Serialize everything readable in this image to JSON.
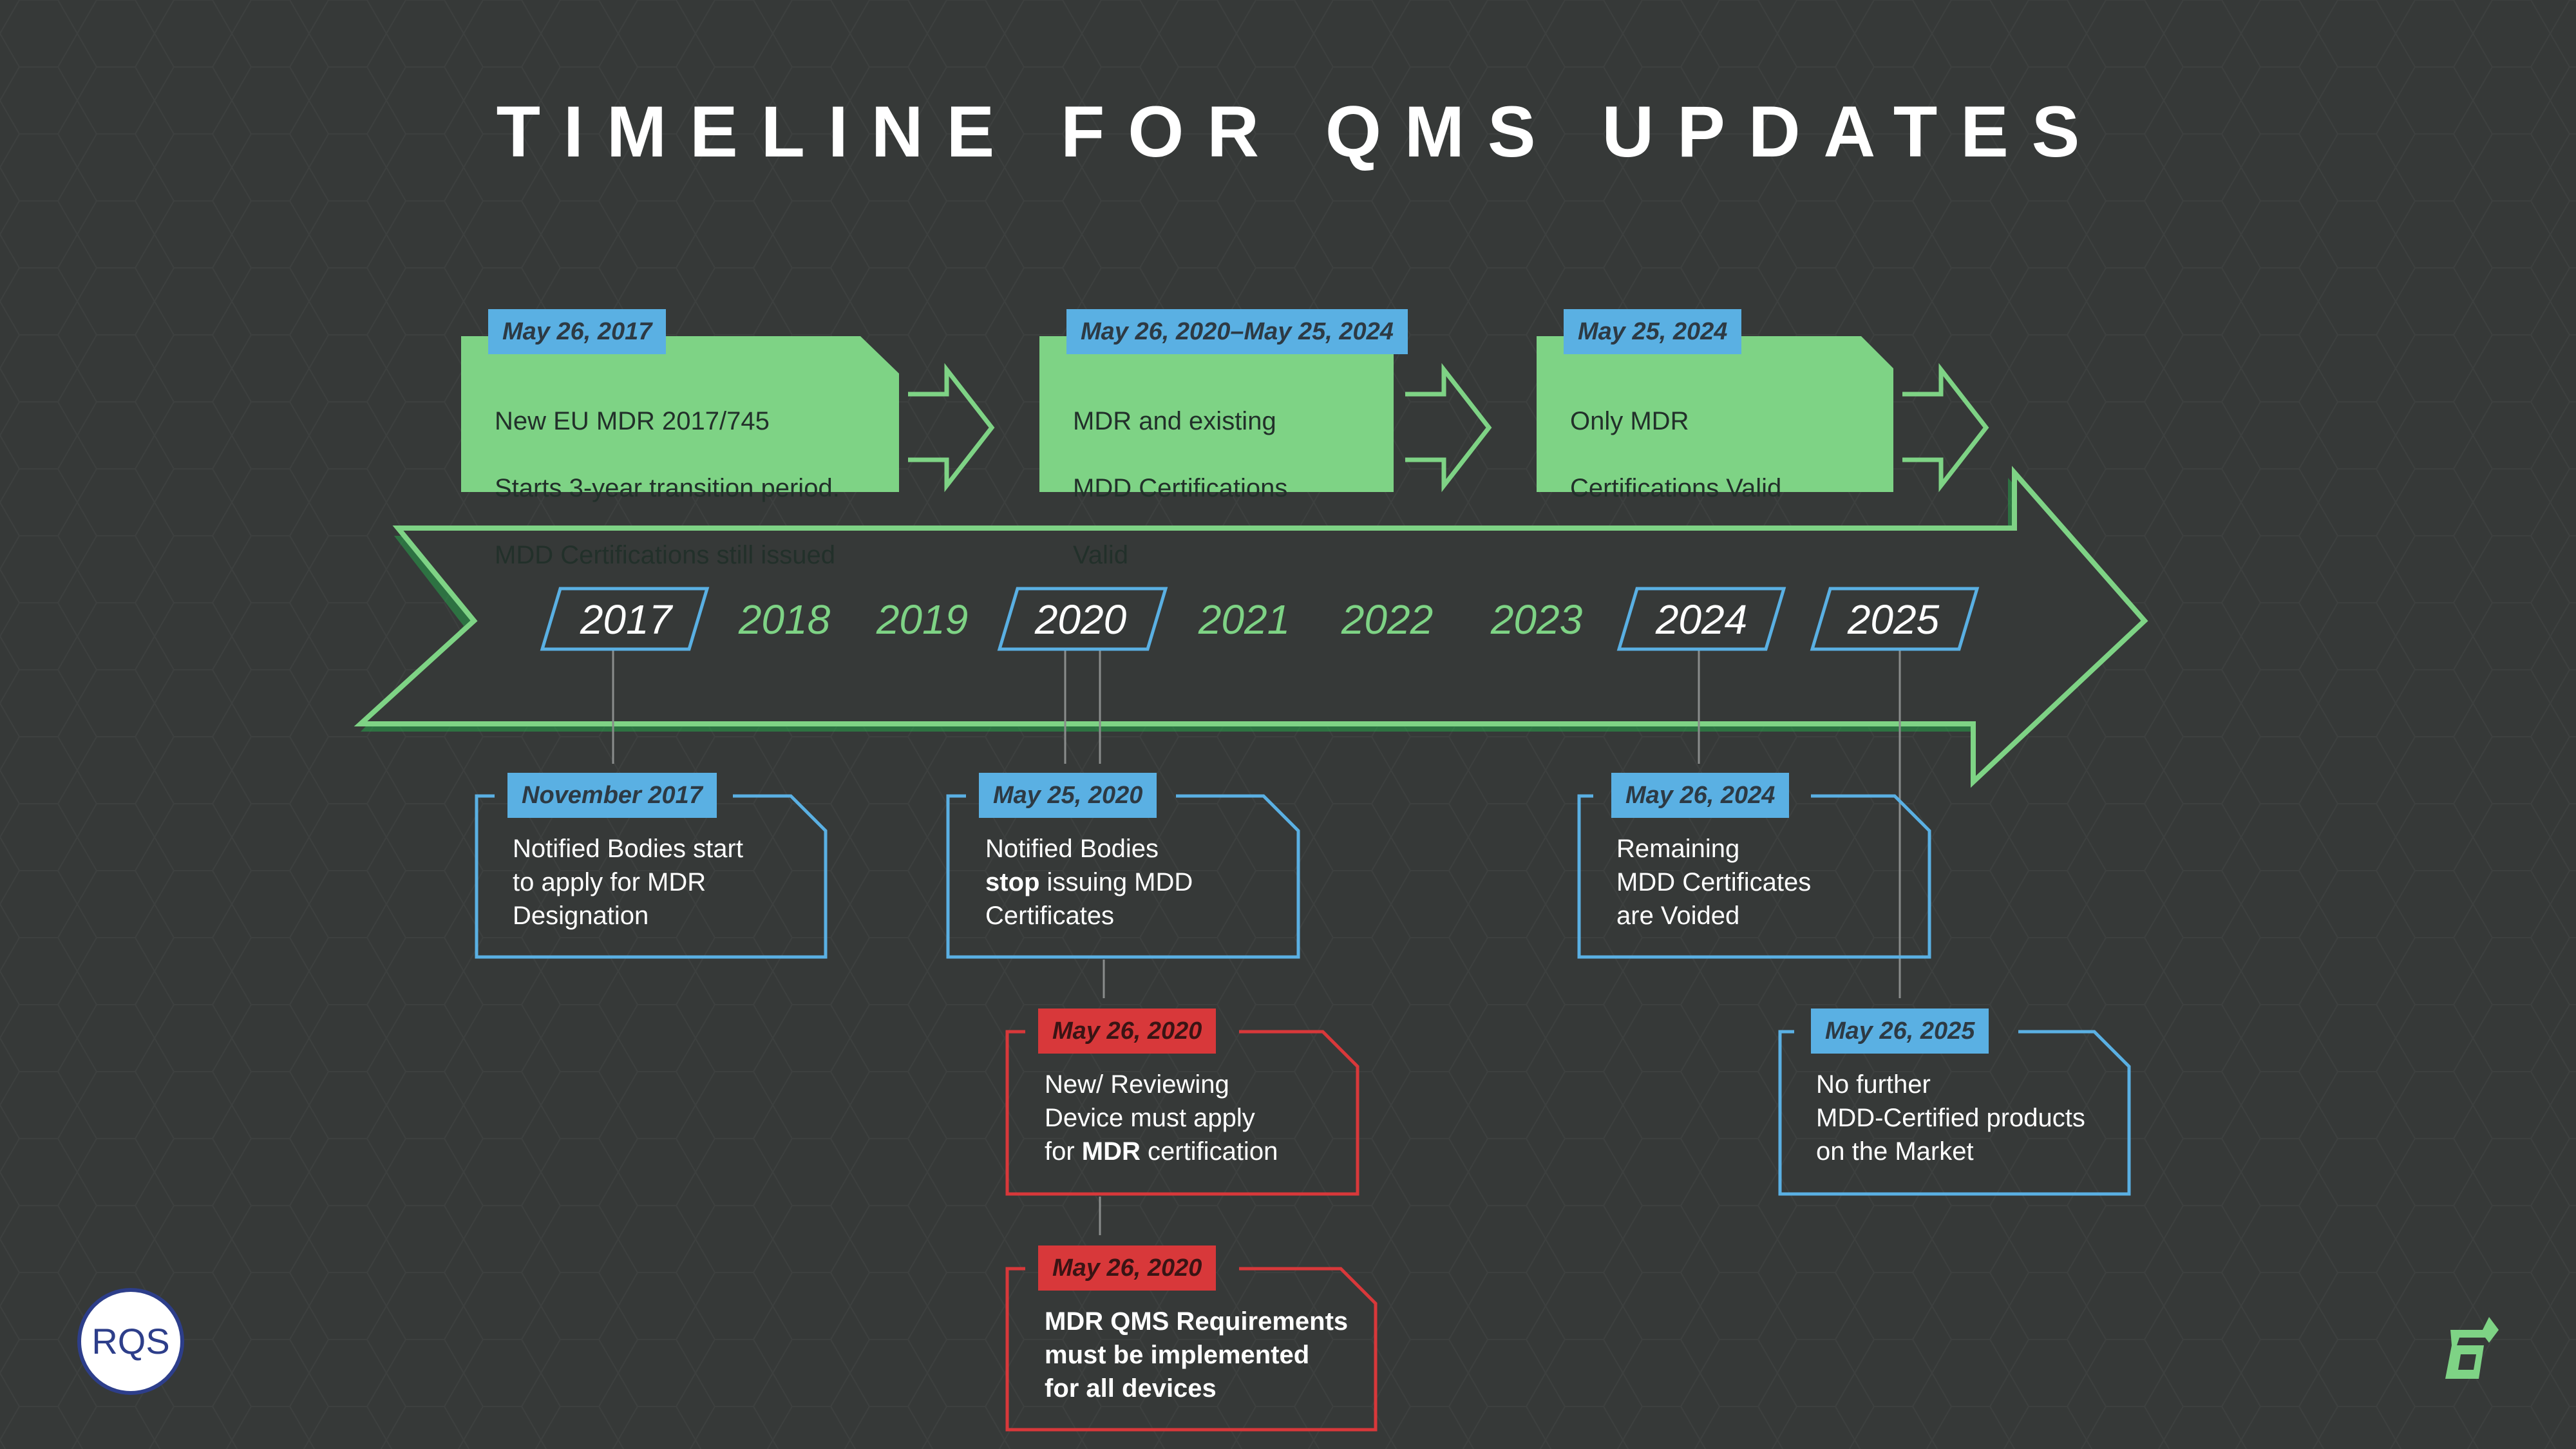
{
  "title": "TIMELINE FOR QMS UPDATES",
  "colors": {
    "background": "#363938",
    "green": "#7ed385",
    "blue": "#5ab0e3",
    "red": "#d8383a"
  },
  "years": [
    "2017",
    "2018",
    "2019",
    "2020",
    "2021",
    "2022",
    "2023",
    "2024",
    "2025"
  ],
  "boxed_years": [
    "2017",
    "2020",
    "2024",
    "2025"
  ],
  "top_events": [
    {
      "date": "May 26, 2017",
      "lines": [
        "New EU MDR 2017/745",
        "Starts 3-year transition period.",
        "MDD Certifications still issued"
      ]
    },
    {
      "date": "May 26, 2020–May 25, 2024",
      "lines": [
        "MDR and existing",
        "MDD Certifications",
        "Valid"
      ]
    },
    {
      "date": "May 25, 2024",
      "lines": [
        "Only MDR",
        "Certifications Valid"
      ]
    }
  ],
  "bottom_events": [
    {
      "date": "November 2017",
      "color": "blue",
      "text": "Notified Bodies start\nto apply for MDR\nDesignation"
    },
    {
      "date": "May 25, 2020",
      "color": "blue",
      "text_parts": [
        "Notified Bodies\n",
        "stop",
        " issuing MDD\nCertificates"
      ]
    },
    {
      "date": "May 26, 2020",
      "color": "red",
      "text_parts": [
        "New/ Reviewing\nDevice must apply\nfor ",
        "MDR",
        " certification"
      ]
    },
    {
      "date": "May 26, 2020",
      "color": "red",
      "text": "MDR QMS Requirements\nmust be implemented\nfor all devices"
    },
    {
      "date": "May 26, 2024",
      "color": "blue",
      "text": "Remaining\nMDD Certificates\nare Voided"
    },
    {
      "date": "May 26, 2025",
      "color": "blue",
      "text": "No further\nMDD-Certified products\non the Market"
    }
  ],
  "logos": {
    "left": "RQS",
    "right_icon": "g-logo-icon"
  }
}
